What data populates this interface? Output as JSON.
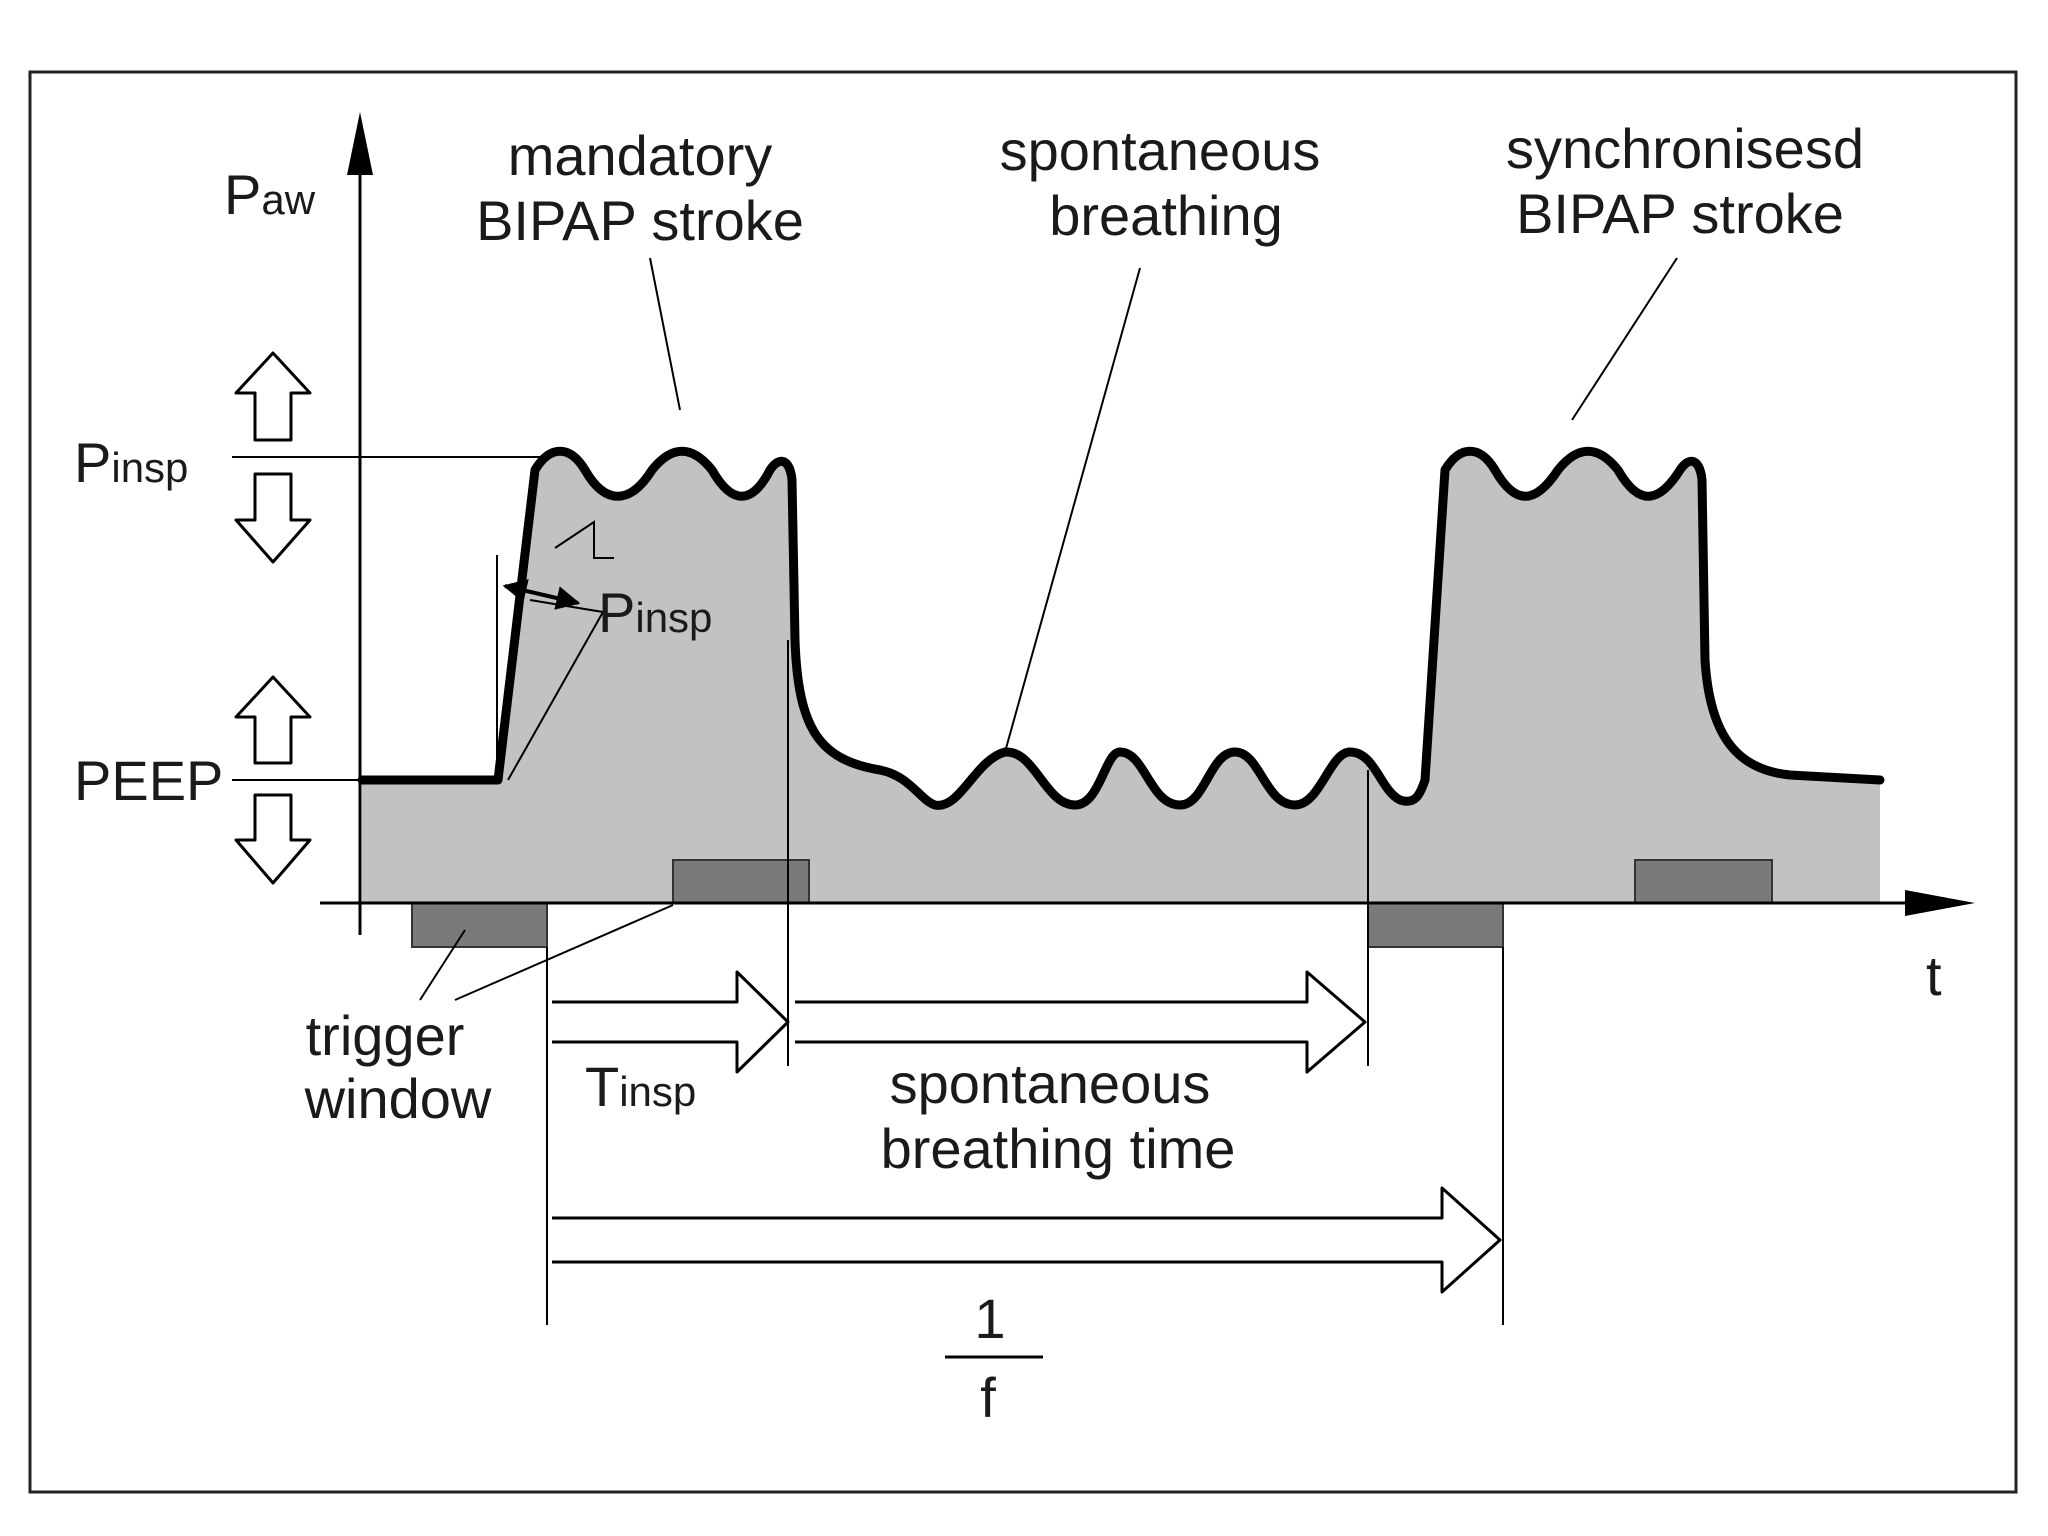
{
  "axes": {
    "y_label_main": "P",
    "y_label_sub": "aw",
    "x_label": "t"
  },
  "levels": {
    "pinsp_main": "P",
    "pinsp_sub": "insp",
    "peep": "PEEP"
  },
  "callouts": {
    "mandatory_line1": "mandatory",
    "mandatory_line2": "BIPAP stroke",
    "spontaneous_line1": "spontaneous",
    "spontaneous_line2": "breathing",
    "synchronised_line1": "synchronisesd",
    "synchronised_line2": "BIPAP stroke",
    "rise_main": "P",
    "rise_sub": "insp"
  },
  "timing": {
    "trigger_line1": "trigger",
    "trigger_line2": "window",
    "tinsp_main": "T",
    "tinsp_sub": "insp",
    "spont_time_line1": "spontaneous",
    "spont_time_line2": "breathing time",
    "freq_numerator": "1",
    "freq_denominator": "f"
  },
  "colors": {
    "fill_area": "#c2c2c2",
    "trigger_window": "#7a7a7a",
    "waveform": "#000000"
  },
  "icons": [
    "up-arrow-outline-icon",
    "down-arrow-outline-icon",
    "hollow-right-arrow-icon"
  ]
}
